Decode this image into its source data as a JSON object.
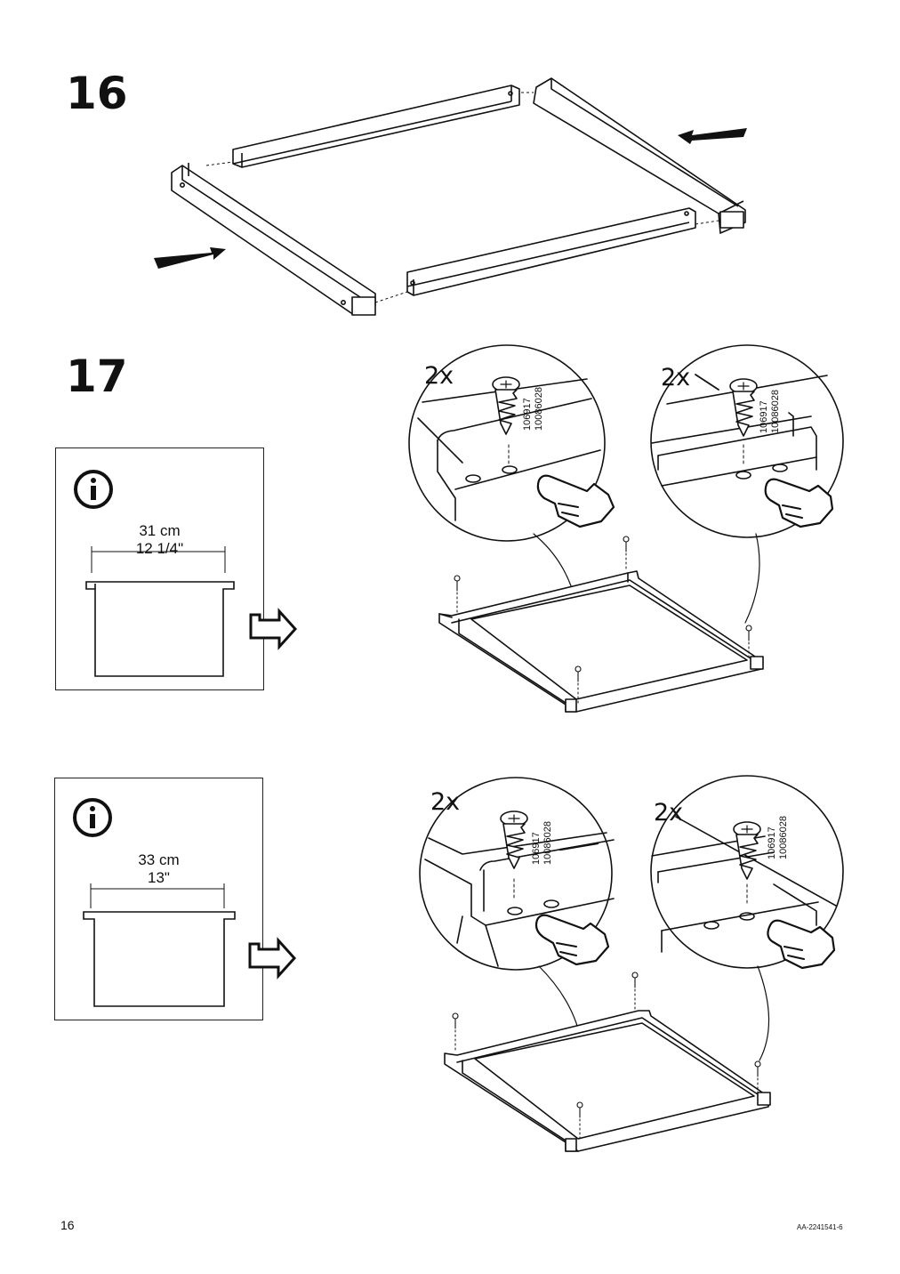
{
  "steps": [
    {
      "number": "16"
    },
    {
      "number": "17"
    }
  ],
  "info_boxes": [
    {
      "metric": "31 cm",
      "imperial": "12 1/4\""
    },
    {
      "metric": "33 cm",
      "imperial": "13\""
    }
  ],
  "screw": {
    "quantity": "2x",
    "part_a": "106917",
    "part_b": "10086028"
  },
  "footer": {
    "page_number": "16",
    "doc_id": "AA-2241541-6"
  },
  "icons": [
    "info-icon",
    "arrow-right-outline-icon",
    "push-arrow-icon",
    "screw-icon",
    "pointing-hand-icon"
  ]
}
